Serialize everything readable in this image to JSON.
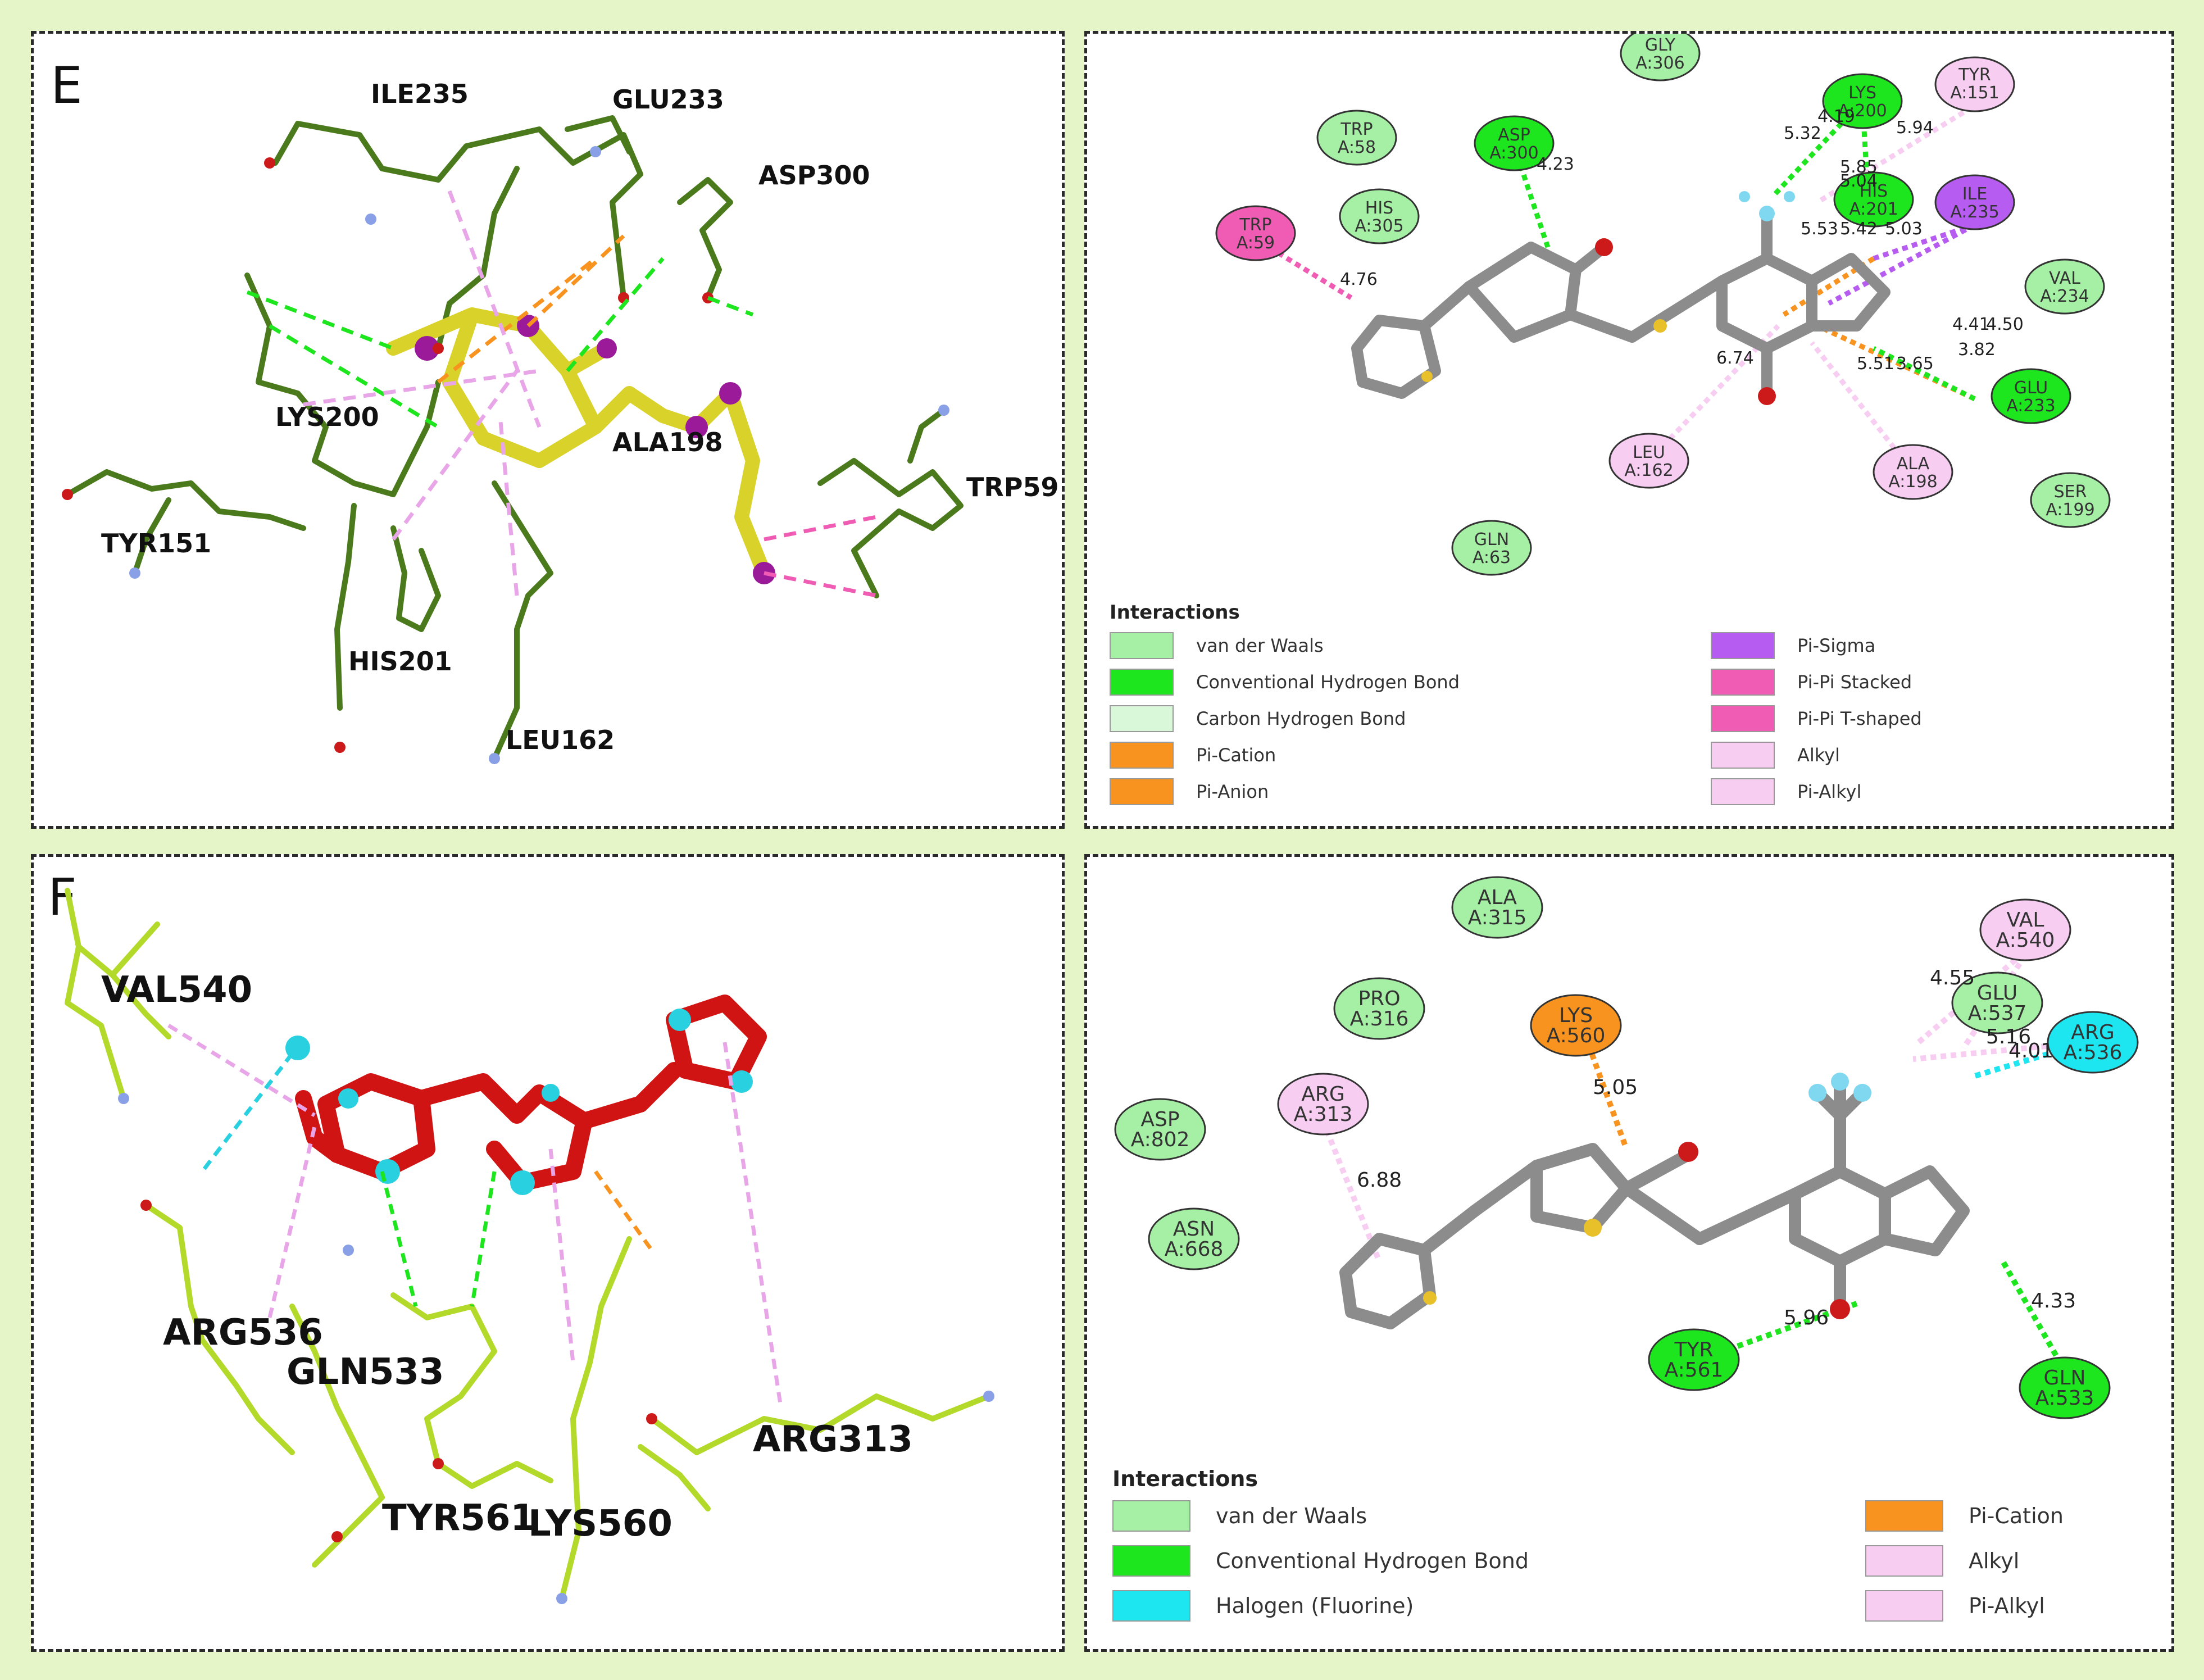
{
  "panels": {
    "E": {
      "label": "E",
      "residues_3d": [
        "ILE235",
        "GLU233",
        "ASP300",
        "LYS200",
        "ALA198",
        "TRP59",
        "TYR151",
        "HIS201",
        "LEU162"
      ]
    },
    "E2d": {
      "residues": [
        {
          "name": "GLY",
          "id": "A:306",
          "type": "van der Waals"
        },
        {
          "name": "LYS",
          "id": "A:200",
          "type": "Conventional Hydrogen Bond"
        },
        {
          "name": "TYR",
          "id": "A:151",
          "type": "Pi-Alkyl"
        },
        {
          "name": "TRP",
          "id": "A:58",
          "type": "van der Waals"
        },
        {
          "name": "ASP",
          "id": "A:300",
          "type": "Conventional Hydrogen Bond"
        },
        {
          "name": "HIS",
          "id": "A:201",
          "type": "Conventional Hydrogen Bond"
        },
        {
          "name": "ILE",
          "id": "A:235",
          "type": "Pi-Sigma"
        },
        {
          "name": "TRP",
          "id": "A:59",
          "type": "Pi-Pi Stacked"
        },
        {
          "name": "HIS",
          "id": "A:305",
          "type": "van der Waals"
        },
        {
          "name": "VAL",
          "id": "A:234",
          "type": "van der Waals"
        },
        {
          "name": "GLU",
          "id": "A:233",
          "type": "Conventional Hydrogen Bond"
        },
        {
          "name": "LEU",
          "id": "A:162",
          "type": "Alkyl"
        },
        {
          "name": "ALA",
          "id": "A:198",
          "type": "Alkyl"
        },
        {
          "name": "SER",
          "id": "A:199",
          "type": "van der Waals"
        },
        {
          "name": "GLN",
          "id": "A:63",
          "type": "van der Waals"
        }
      ],
      "distances": [
        "4.23",
        "4.76",
        "5.32",
        "5.94",
        "4.19",
        "5.85",
        "5.04",
        "5.53",
        "5.42",
        "5.03",
        "4.41",
        "4.50",
        "3.82",
        "6.74",
        "5.51",
        "3.65"
      ],
      "legend_title": "Interactions",
      "legend": [
        {
          "label": "van der Waals",
          "color": "#a6f0a6"
        },
        {
          "label": "Conventional Hydrogen Bond",
          "color": "#1ee61e"
        },
        {
          "label": "Carbon Hydrogen Bond",
          "color": "#d9f7d9"
        },
        {
          "label": "Pi-Cation",
          "color": "#f7931e"
        },
        {
          "label": "Pi-Anion",
          "color": "#f7931e"
        },
        {
          "label": "Pi-Sigma",
          "color": "#b75cf0"
        },
        {
          "label": "Pi-Pi Stacked",
          "color": "#f05cb4"
        },
        {
          "label": "Pi-Pi T-shaped",
          "color": "#f05cb4"
        },
        {
          "label": "Alkyl",
          "color": "#f7cdf2"
        },
        {
          "label": "Pi-Alkyl",
          "color": "#f7cdf2"
        }
      ]
    },
    "F": {
      "label": "F",
      "residues_3d": [
        "VAL540",
        "ARG536",
        "GLN533",
        "TYR561",
        "LYS560",
        "ARG313"
      ]
    },
    "F2d": {
      "residues": [
        {
          "name": "ALA",
          "id": "A:315",
          "type": "van der Waals"
        },
        {
          "name": "VAL",
          "id": "A:540",
          "type": "Alkyl"
        },
        {
          "name": "PRO",
          "id": "A:316",
          "type": "van der Waals"
        },
        {
          "name": "LYS",
          "id": "A:560",
          "type": "Pi-Cation"
        },
        {
          "name": "GLU",
          "id": "A:537",
          "type": "van der Waals"
        },
        {
          "name": "ARG",
          "id": "A:536",
          "type": "Halogen (Fluorine)"
        },
        {
          "name": "ARG",
          "id": "A:313",
          "type": "Pi-Alkyl"
        },
        {
          "name": "ASP",
          "id": "A:802",
          "type": "van der Waals"
        },
        {
          "name": "ASN",
          "id": "A:668",
          "type": "van der Waals"
        },
        {
          "name": "TYR",
          "id": "A:561",
          "type": "Conventional Hydrogen Bond"
        },
        {
          "name": "GLN",
          "id": "A:533",
          "type": "Conventional Hydrogen Bond"
        }
      ],
      "distances": [
        "4.55",
        "5.16",
        "4.01",
        "5.05",
        "6.88",
        "5.96",
        "4.33"
      ],
      "legend_title": "Interactions",
      "legend": [
        {
          "label": "van der Waals",
          "color": "#a6f0a6"
        },
        {
          "label": "Conventional Hydrogen Bond",
          "color": "#1ee61e"
        },
        {
          "label": "Halogen (Fluorine)",
          "color": "#1ee6f0"
        },
        {
          "label": "Pi-Cation",
          "color": "#f7931e"
        },
        {
          "label": "Alkyl",
          "color": "#f7cdf2"
        },
        {
          "label": "Pi-Alkyl",
          "color": "#f7cdf2"
        }
      ]
    }
  },
  "colors": {
    "frame_bg": "#e6f5c8",
    "vdw": "#a6f0a6",
    "hbond": "#1ee61e",
    "pisigma": "#b75cf0",
    "pipi": "#f05cb4",
    "alkyl": "#f7cdf2",
    "cation": "#f7931e",
    "halogen": "#1ee6f0",
    "ligand_gray": "#8c8c8c"
  }
}
